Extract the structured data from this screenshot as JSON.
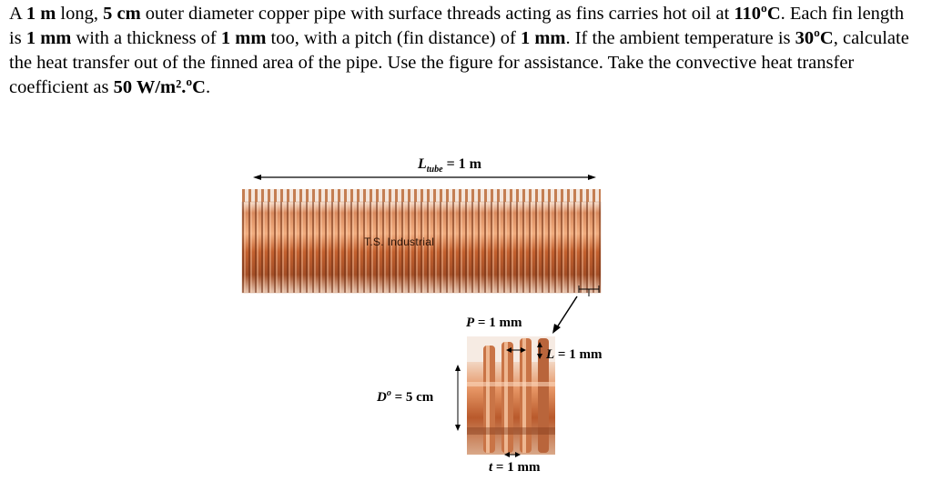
{
  "problem": {
    "s1": "A ",
    "b1": "1 m",
    "s2": " long, ",
    "b2": "5 cm",
    "s3": " outer diameter copper pipe with surface threads acting as fins carries hot oil at ",
    "b3": "110ºC",
    "s4": ". Each fin length is ",
    "b4": "1 mm",
    "s5": " with a thickness of ",
    "b5": "1 mm",
    "s6": " too, with a pitch (fin distance) of ",
    "b6": "1 mm",
    "s7": ". If the ambient temperature is ",
    "b7": "30ºC",
    "s8": ", calculate the heat transfer out of the finned area of the pipe. Use the figure for assistance. Take the convective heat transfer coefficient as ",
    "b8": "50 W/m².ºC",
    "s9": "."
  },
  "figure": {
    "tube_length": {
      "sym": "L",
      "sub": "tube",
      "val": " = 1 m"
    },
    "watermark": "T.S. Industrial",
    "pitch": {
      "sym": "P",
      "val": " = 1 mm"
    },
    "fin_length": {
      "sym": "L",
      "val": " = 1 mm"
    },
    "outer_diameter": {
      "sym": "D",
      "sup": "o",
      "val": " = 5 cm"
    },
    "thickness": {
      "sym": "t",
      "val": " = 1 mm"
    }
  },
  "colors": {
    "copper_dark": "#8a3f1c",
    "copper_mid": "#d07448",
    "copper_light": "#f3b48a"
  }
}
